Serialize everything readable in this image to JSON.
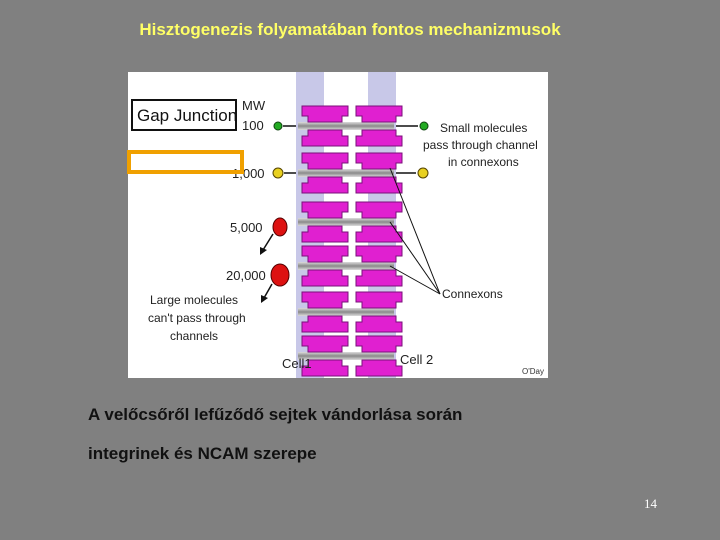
{
  "slide": {
    "title": "Hisztogenezis folyamatában fontos mechanizmusok",
    "body_line1": "A velőcsőről lefűződő sejtek vándorlása során",
    "body_line2": "integrinek és NCAM szerepe",
    "page_number": "14"
  },
  "figure": {
    "title": "Gap Junction",
    "mw_header": "MW",
    "mw_values": [
      "100",
      "1,000",
      "5,000",
      "20,000"
    ],
    "small_label": [
      "Small molecules",
      "pass through channel",
      "in connexons"
    ],
    "large_label": [
      "Large molecules",
      "can't pass through",
      "channels"
    ],
    "connexons_label": "Connexons",
    "cell1_label": "Cell1",
    "cell2_label": "Cell 2",
    "credit": "O'Day",
    "colors": {
      "connexon": "#e020d0",
      "membrane": "#c8c8e8",
      "small_molecule_green": "#22aa22",
      "small_molecule_yellow": "#e8d020",
      "large_molecule": "#dd1111",
      "highlight_box": "#f0a000"
    }
  }
}
